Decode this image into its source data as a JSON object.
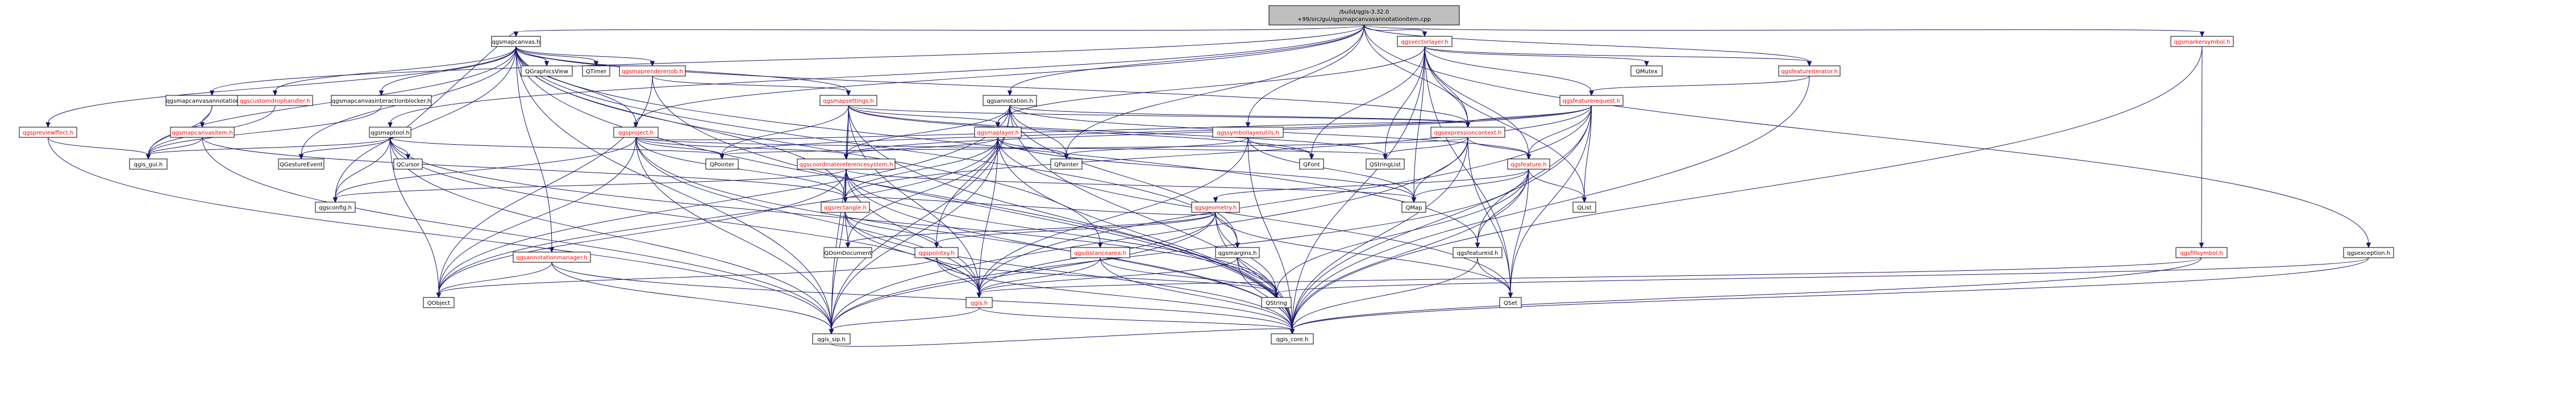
{
  "diagram": {
    "title_lines": [
      "/build/qgis-3.32.0",
      "+99/src/gui/qgsmapcanvasannotationitem.cpp"
    ],
    "colors": {
      "root_fill": "#bfbfbf",
      "node_fill": "#ffffff",
      "border": "#000000",
      "linked_text": "#000000",
      "unlinked_text": "#ff0000",
      "edge": "#191970"
    },
    "nodes": [
      {
        "id": "root",
        "label": "/build/qgis-3.32.0+99/src/gui/qgsmapcanvasannotationitem.cpp",
        "style": "root"
      },
      {
        "id": "qgsmapcanvas_h",
        "label": "qgsmapcanvas.h",
        "style": "black"
      },
      {
        "id": "qgsmapcanvasannotationitem_h",
        "label": "qgsmapcanvasannotationitem.h",
        "style": "black"
      },
      {
        "id": "qgsannotation_h",
        "label": "qgsannotation.h",
        "style": "black"
      },
      {
        "id": "qgsvectorlayer_h",
        "label": "qgsvectorlayer.h",
        "style": "red"
      },
      {
        "id": "qgsmarkersymbol_h",
        "label": "qgsmarkersymbol.h",
        "style": "red"
      },
      {
        "id": "qgsmaptool_h",
        "label": "qgsmaptool.h",
        "style": "black"
      },
      {
        "id": "qgsgraphicsview",
        "label": "QGraphicsView",
        "style": "black"
      },
      {
        "id": "qtimer",
        "label": "QTimer",
        "style": "black"
      },
      {
        "id": "qgsmaprendererjob_h",
        "label": "qgsmaprendererjob.h",
        "style": "red"
      },
      {
        "id": "qgsmapsettings_h",
        "label": "qgsmapsettings.h",
        "style": "red"
      },
      {
        "id": "qgscustomdrophandler_h",
        "label": "qgscustomdrophandler.h",
        "style": "red"
      },
      {
        "id": "qgsmapcanvasinteractionblocker_h",
        "label": "qgsmapcanvasinteractionblocker.h",
        "style": "black"
      },
      {
        "id": "qgspreviewffect_h",
        "label": "qgspreviewffect.h",
        "style": "red"
      },
      {
        "id": "qgsmapcanvasitem_h",
        "label": "qgsmapcanvasitem.h",
        "style": "red"
      },
      {
        "id": "qgsproject_h",
        "label": "qgsproject.h",
        "style": "red"
      },
      {
        "id": "qgsmaplayer_h",
        "label": "qgsmaplayer.h",
        "style": "red"
      },
      {
        "id": "qgssymbollayerutils_h",
        "label": "qgssymbollayerutils.h",
        "style": "red"
      },
      {
        "id": "qmutex",
        "label": "QMutex",
        "style": "black"
      },
      {
        "id": "qgsfeatureiterator_h",
        "label": "qgsfeatureiterator.h",
        "style": "red"
      },
      {
        "id": "qgsfeaturerequest_h",
        "label": "qgsfeaturerequest.h",
        "style": "red"
      },
      {
        "id": "qgsexpressioncontext_h",
        "label": "qgsexpressioncontext.h",
        "style": "red"
      },
      {
        "id": "qgis_gui_h",
        "label": "qgis_gui.h",
        "style": "black"
      },
      {
        "id": "qgestureevent",
        "label": "QGestureEvent",
        "style": "black"
      },
      {
        "id": "qcursor",
        "label": "QCursor",
        "style": "black"
      },
      {
        "id": "qpointer",
        "label": "QPointer",
        "style": "black"
      },
      {
        "id": "qgscoordinatereferencesystem_h",
        "label": "qgscoordinatereferencesystem.h",
        "style": "red"
      },
      {
        "id": "qpainter",
        "label": "QPainter",
        "style": "black"
      },
      {
        "id": "qstringlist",
        "label": "QStringList",
        "style": "black"
      },
      {
        "id": "qfont",
        "label": "QFont",
        "style": "black"
      },
      {
        "id": "qgsfeature_h",
        "label": "qgsfeature.h",
        "style": "red"
      },
      {
        "id": "qgsconfig_h",
        "label": "qgsconfig.h",
        "style": "black"
      },
      {
        "id": "qgsrectangle_h",
        "label": "qgsrectangle.h",
        "style": "red"
      },
      {
        "id": "qgsgeometry_h",
        "label": "qgsgeometry.h",
        "style": "red"
      },
      {
        "id": "qmap",
        "label": "QMap",
        "style": "black"
      },
      {
        "id": "qlist",
        "label": "QList",
        "style": "black"
      },
      {
        "id": "qgsannotationmanager_h",
        "label": "qgsannotationmanager.h",
        "style": "red"
      },
      {
        "id": "qdomdocument",
        "label": "QDomDocument",
        "style": "black"
      },
      {
        "id": "qgspointxy_h",
        "label": "qgspointxy.h",
        "style": "red"
      },
      {
        "id": "qgsdistancearea_h",
        "label": "qgsdistancearea.h",
        "style": "red"
      },
      {
        "id": "qgsmargins_h",
        "label": "qgsmargins.h",
        "style": "black"
      },
      {
        "id": "qgsfeatureid_h",
        "label": "qgsfeatureid.h",
        "style": "black"
      },
      {
        "id": "qgsfillsymbol_h",
        "label": "qgsfillsymbol.h",
        "style": "red"
      },
      {
        "id": "qgsexception_h",
        "label": "qgsexception.h",
        "style": "black"
      },
      {
        "id": "qobject",
        "label": "QObject",
        "style": "black"
      },
      {
        "id": "qgis_h",
        "label": "qgis.h",
        "style": "red"
      },
      {
        "id": "qstring",
        "label": "QString",
        "style": "black"
      },
      {
        "id": "qset",
        "label": "QSet",
        "style": "black"
      },
      {
        "id": "qgis_sip_h",
        "label": "qgis_sip.h",
        "style": "black"
      },
      {
        "id": "qgis_core_h",
        "label": "qgis_core.h",
        "style": "black"
      }
    ],
    "edges": [
      [
        "root",
        "qgsmapcanvas_h"
      ],
      [
        "root",
        "qgsmapcanvasannotationitem_h"
      ],
      [
        "root",
        "qgsannotation_h"
      ],
      [
        "root",
        "qgsvectorlayer_h"
      ],
      [
        "root",
        "qgsmarkersymbol_h"
      ],
      [
        "root",
        "qgsmaptool_h"
      ],
      [
        "root",
        "qgsproject_h"
      ],
      [
        "root",
        "qgssymbollayerutils_h"
      ],
      [
        "root",
        "qgsfeatureiterator_h"
      ],
      [
        "root",
        "qgsexception_h"
      ],
      [
        "root",
        "qpainter"
      ],
      [
        "root",
        "qgsexpressioncontext_h"
      ],
      [
        "qgsmapcanvas_h",
        "qgsgraphicsview"
      ],
      [
        "qgsmapcanvas_h",
        "qtimer"
      ],
      [
        "qgsmapcanvas_h",
        "qgsmaprendererjob_h"
      ],
      [
        "qgsmapcanvas_h",
        "qgsmapsettings_h"
      ],
      [
        "qgsmapcanvas_h",
        "qgscustomdrophandler_h"
      ],
      [
        "qgsmapcanvas_h",
        "qgsmapcanvasinteractionblocker_h"
      ],
      [
        "qgsmapcanvas_h",
        "qgspreviewffect_h"
      ],
      [
        "qgsmapcanvas_h",
        "qgsproject_h"
      ],
      [
        "qgsmapcanvas_h",
        "qgis_gui_h"
      ],
      [
        "qgsmapcanvas_h",
        "qgestureevent"
      ],
      [
        "qgsmapcanvas_h",
        "qgsexpressioncontext_h"
      ],
      [
        "qgsmapcanvas_h",
        "qgsannotationmanager_h"
      ],
      [
        "qgsmapcanvas_h",
        "qgsrectangle_h"
      ],
      [
        "qgsmapcanvas_h",
        "qgsdistancearea_h"
      ],
      [
        "qgsmapcanvas_h",
        "qgsmargins_h"
      ],
      [
        "qgsmapcanvas_h",
        "qgsfeatureid_h"
      ],
      [
        "qgsmapcanvas_h",
        "qgsconfig_h"
      ],
      [
        "qgsmapcanvas_h",
        "qgis_sip_h"
      ],
      [
        "qgsmapcanvas_h",
        "qgis_core_h"
      ],
      [
        "qgsmapcanvasannotationitem_h",
        "qgsmapcanvasitem_h"
      ],
      [
        "qgsmapcanvasannotationitem_h",
        "qgis_gui_h"
      ],
      [
        "qgsmapcanvasitem_h",
        "qgis_gui_h"
      ],
      [
        "qgsmapcanvasitem_h",
        "qgsrectangle_h"
      ],
      [
        "qgsmapcanvasitem_h",
        "qgis_sip_h"
      ],
      [
        "qgspreviewffect_h",
        "qgis_gui_h"
      ],
      [
        "qgspreviewffect_h",
        "qgis_sip_h"
      ],
      [
        "qgscustomdrophandler_h",
        "qgis_gui_h"
      ],
      [
        "qgsmapcanvasinteractionblocker_h",
        "qgis_gui_h"
      ],
      [
        "qgsmaprendererjob_h",
        "qgsmapsettings_h"
      ],
      [
        "qgsmaprendererjob_h",
        "qobject"
      ],
      [
        "qgsmaprendererjob_h",
        "qgis_core_h"
      ],
      [
        "qgsmaptool_h",
        "qgis_gui_h"
      ],
      [
        "qgsmaptool_h",
        "qgestureevent"
      ],
      [
        "qgsmaptool_h",
        "qcursor"
      ],
      [
        "qgsmaptool_h",
        "qpointer"
      ],
      [
        "qgsmaptool_h",
        "qgsconfig_h"
      ],
      [
        "qgsmaptool_h",
        "qobject"
      ],
      [
        "qgsmaptool_h",
        "qgis_sip_h"
      ],
      [
        "qgsmaptool_h",
        "qgis_h"
      ],
      [
        "qgsmaptool_h",
        "qstring"
      ],
      [
        "qgsmaptool_h",
        "qgsmapcanvas_h"
      ],
      [
        "qgsmapsettings_h",
        "qgsmaplayer_h"
      ],
      [
        "qgsmapsettings_h",
        "qgscoordinatereferencesystem_h"
      ],
      [
        "qgsmapsettings_h",
        "qgsexpressioncontext_h"
      ],
      [
        "qgsmapsettings_h",
        "qgsrectangle_h"
      ],
      [
        "qgsmapsettings_h",
        "qstringlist"
      ],
      [
        "qgsmapsettings_h",
        "qfont"
      ],
      [
        "qgsmapsettings_h",
        "qgis_core_h"
      ],
      [
        "qgsmapsettings_h",
        "qgis_sip_h"
      ],
      [
        "qgsmapsettings_h",
        "qgis_h"
      ],
      [
        "qgsmapsettings_h",
        "qpointer"
      ],
      [
        "qgsannotation_h",
        "qgsmaplayer_h"
      ],
      [
        "qgsannotation_h",
        "qgscoordinatereferencesystem_h"
      ],
      [
        "qgsannotation_h",
        "qgsexpressioncontext_h"
      ],
      [
        "qgsannotation_h",
        "qgsfeature_h"
      ],
      [
        "qgsannotation_h",
        "qgspointxy_h"
      ],
      [
        "qgsannotation_h",
        "qgsmargins_h"
      ],
      [
        "qgsannotation_h",
        "qobject"
      ],
      [
        "qgsannotation_h",
        "qgis_core_h"
      ],
      [
        "qgsannotation_h",
        "qgis_sip_h"
      ],
      [
        "qgsannotation_h",
        "qpainter"
      ],
      [
        "qgsproject_h",
        "qgscoordinatereferencesystem_h"
      ],
      [
        "qgsproject_h",
        "qgsexpressioncontext_h"
      ],
      [
        "qgsproject_h",
        "qpointer"
      ],
      [
        "qgsproject_h",
        "qobject"
      ],
      [
        "qgsproject_h",
        "qgis_core_h"
      ],
      [
        "qgsproject_h",
        "qgis_sip_h"
      ],
      [
        "qgsproject_h",
        "qgis_h"
      ],
      [
        "qgsproject_h",
        "qstringlist"
      ],
      [
        "qgsproject_h",
        "qgsrectangle_h"
      ],
      [
        "qgsproject_h",
        "qgsconfig_h"
      ],
      [
        "qgsmaplayer_h",
        "qgscoordinatereferencesystem_h"
      ],
      [
        "qgsmaplayer_h",
        "qgsrectangle_h"
      ],
      [
        "qgsmaplayer_h",
        "qdomdocument"
      ],
      [
        "qgsmaplayer_h",
        "qobject"
      ],
      [
        "qgsmaplayer_h",
        "qgis_core_h"
      ],
      [
        "qgsmaplayer_h",
        "qgis_sip_h"
      ],
      [
        "qgsmaplayer_h",
        "qgis_h"
      ],
      [
        "qgsmaplayer_h",
        "qpainter"
      ],
      [
        "qgsmaplayer_h",
        "qmap"
      ],
      [
        "qgsmaplayer_h",
        "qset"
      ],
      [
        "qgsvectorlayer_h",
        "qgsfeatureiterator_h"
      ],
      [
        "qgsvectorlayer_h",
        "qgsfeaturerequest_h"
      ],
      [
        "qgsvectorlayer_h",
        "qgsexpressioncontext_h"
      ],
      [
        "qgsvectorlayer_h",
        "qgsfeature_h"
      ],
      [
        "qgsvectorlayer_h",
        "qmutex"
      ],
      [
        "qgsvectorlayer_h",
        "qgsmaplayer_h"
      ],
      [
        "qgsvectorlayer_h",
        "qgis_core_h"
      ],
      [
        "qgsvectorlayer_h",
        "qfont"
      ],
      [
        "qgsvectorlayer_h",
        "qmap"
      ],
      [
        "qgsvectorlayer_h",
        "qset"
      ],
      [
        "qgsvectorlayer_h",
        "qlist"
      ],
      [
        "qgsvectorlayer_h",
        "qstringlist"
      ],
      [
        "qgsfeatureiterator_h",
        "qgsfeaturerequest_h"
      ],
      [
        "qgsfeatureiterator_h",
        "qgis_core_h"
      ],
      [
        "qgsfeaturerequest_h",
        "qgsexpressioncontext_h"
      ],
      [
        "qgsfeaturerequest_h",
        "qgsfeature_h"
      ],
      [
        "qgsfeaturerequest_h",
        "qgscoordinatereferencesystem_h"
      ],
      [
        "qgsfeaturerequest_h",
        "qgsrectangle_h"
      ],
      [
        "qgsfeaturerequest_h",
        "qgis_core_h"
      ],
      [
        "qgsfeaturerequest_h",
        "qgis_h"
      ],
      [
        "qgsfeaturerequest_h",
        "qlist"
      ],
      [
        "qgsfeaturerequest_h",
        "qpointer"
      ],
      [
        "qgsfeaturerequest_h",
        "qset"
      ],
      [
        "qgsfeaturerequest_h",
        "qgsfeatureid_h"
      ],
      [
        "qgsexpressioncontext_h",
        "qgsfeature_h"
      ],
      [
        "qgsexpressioncontext_h",
        "qstringlist"
      ],
      [
        "qgsexpressioncontext_h",
        "qmap"
      ],
      [
        "qgsexpressioncontext_h",
        "qpointer"
      ],
      [
        "qgsexpressioncontext_h",
        "qset"
      ],
      [
        "qgsexpressioncontext_h",
        "qgis_core_h"
      ],
      [
        "qgsexpressioncontext_h",
        "qgis_sip_h"
      ],
      [
        "qgsfeature_h",
        "qmap"
      ],
      [
        "qgsfeature_h",
        "qlist"
      ],
      [
        "qgsfeature_h",
        "qgsfeatureid_h"
      ],
      [
        "qgsfeature_h",
        "qgsgeometry_h"
      ],
      [
        "qgsfeature_h",
        "qset"
      ],
      [
        "qgsfeature_h",
        "qgis_core_h"
      ],
      [
        "qgsfeature_h",
        "qgis_sip_h"
      ],
      [
        "qgsfeature_h",
        "qstring"
      ],
      [
        "qgscoordinatereferencesystem_h",
        "qgsrectangle_h"
      ],
      [
        "qgscoordinatereferencesystem_h",
        "qgis_core_h"
      ],
      [
        "qgscoordinatereferencesystem_h",
        "qgis_sip_h"
      ],
      [
        "qgscoordinatereferencesystem_h",
        "qgis_h"
      ],
      [
        "qgscoordinatereferencesystem_h",
        "qgsconfig_h"
      ],
      [
        "qgscoordinatereferencesystem_h",
        "qobject"
      ],
      [
        "qgscoordinatereferencesystem_h",
        "qmap"
      ],
      [
        "qgscoordinatereferencesystem_h",
        "qstring"
      ],
      [
        "qgsrectangle_h",
        "qgspointxy_h"
      ],
      [
        "qgsrectangle_h",
        "qdomdocument"
      ],
      [
        "qgsrectangle_h",
        "qgis_core_h"
      ],
      [
        "qgsrectangle_h",
        "qgis_h"
      ],
      [
        "qgsgeometry_h",
        "qgspointxy_h"
      ],
      [
        "qgsgeometry_h",
        "qgsrectangle_h"
      ],
      [
        "qgsgeometry_h",
        "qgis_core_h"
      ],
      [
        "qgsgeometry_h",
        "qgis_sip_h"
      ],
      [
        "qgsgeometry_h",
        "qgis_h"
      ],
      [
        "qgsgeometry_h",
        "qset"
      ],
      [
        "qgsgeometry_h",
        "qstring"
      ],
      [
        "qgsgeometry_h",
        "qdomdocument"
      ],
      [
        "qgspointxy_h",
        "qgis_core_h"
      ],
      [
        "qgspointxy_h",
        "qgis_h"
      ],
      [
        "qgspointxy_h",
        "qobject"
      ],
      [
        "qgspointxy_h",
        "qstring"
      ],
      [
        "qgsannotationmanager_h",
        "qobject"
      ],
      [
        "qgsannotationmanager_h",
        "qgis_core_h"
      ],
      [
        "qgsannotationmanager_h",
        "qgis_sip_h"
      ],
      [
        "qgsdistancearea_h",
        "qgis_core_h"
      ],
      [
        "qgsdistancearea_h",
        "qgis_h"
      ],
      [
        "qgsdistancearea_h",
        "qstring"
      ],
      [
        "qgsmargins_h",
        "qgis_core_h"
      ],
      [
        "qgsmargins_h",
        "qgis_h"
      ],
      [
        "qgsmargins_h",
        "qstring"
      ],
      [
        "qgsfeatureid_h",
        "qset"
      ],
      [
        "qgsfeatureid_h",
        "qgis_core_h"
      ],
      [
        "qgssymbollayerutils_h",
        "qgis_core_h"
      ],
      [
        "qgssymbollayerutils_h",
        "qgis_h"
      ],
      [
        "qgssymbollayerutils_h",
        "qmap"
      ],
      [
        "qgssymbollayerutils_h",
        "qfont"
      ],
      [
        "qgssymbollayerutils_h",
        "qpainter"
      ],
      [
        "qgsmarkersymbol_h",
        "qgis_core_h"
      ],
      [
        "qgsmarkersymbol_h",
        "qgsfillsymbol_h"
      ],
      [
        "qgsfillsymbol_h",
        "qgis_core_h"
      ],
      [
        "qgsfillsymbol_h",
        "qgis_h"
      ],
      [
        "qgsexception_h",
        "qgis_core_h"
      ],
      [
        "qgsexception_h",
        "qstring"
      ],
      [
        "qgis_h",
        "qgis_core_h"
      ],
      [
        "qgis_h",
        "qgis_sip_h"
      ],
      [
        "qgis_sip_h",
        "qgis_core_h"
      ]
    ]
  }
}
